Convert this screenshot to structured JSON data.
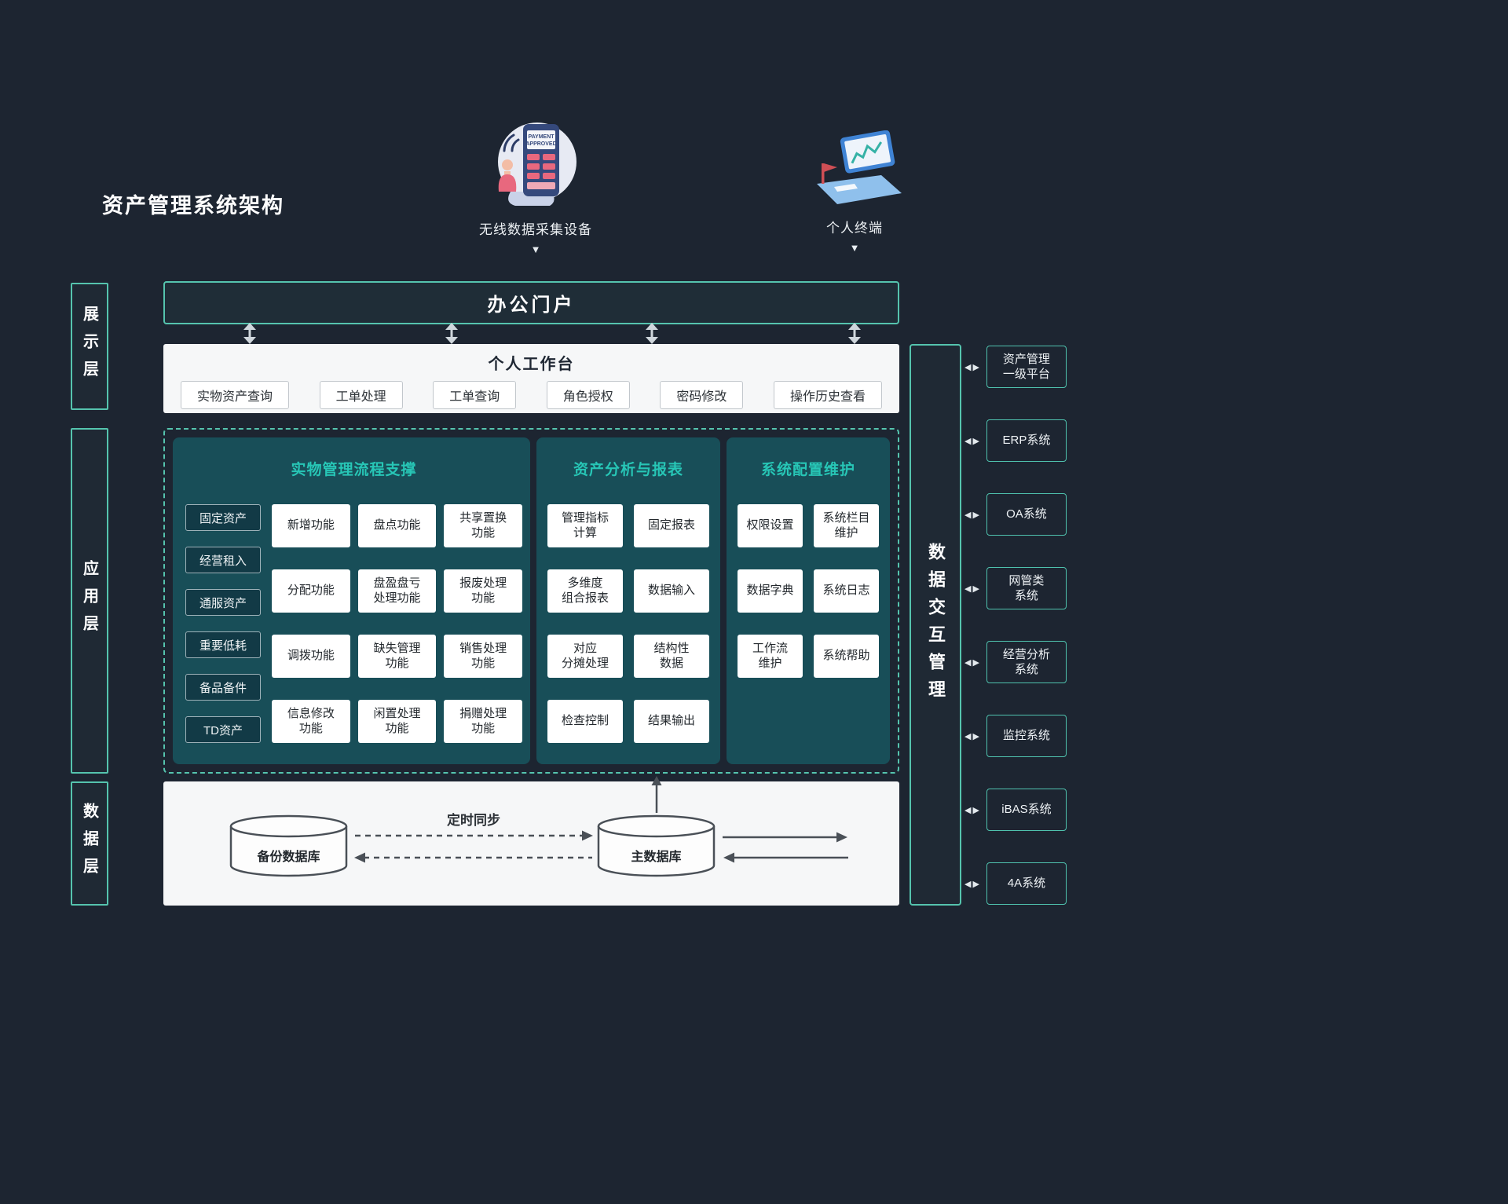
{
  "page": {
    "title": "资产管理系统架构"
  },
  "devices": {
    "terminal_label": "无线数据采集设备",
    "personal_label": "个人终端",
    "terminal_screen_line1": "PAYMENT",
    "terminal_screen_line2": "APPROVED"
  },
  "layers": {
    "display": "展示层",
    "application": "应用层",
    "data": "数据层"
  },
  "portal": {
    "title": "办公门户"
  },
  "workbench": {
    "title": "个人工作台",
    "buttons": [
      "实物资产查询",
      "工单处理",
      "工单查询",
      "角色授权",
      "密码修改",
      "操作历史查看"
    ]
  },
  "panel_process": {
    "title": "实物管理流程支撑",
    "categories": [
      "固定资产",
      "经营租入",
      "通服资产",
      "重要低耗",
      "备品备件",
      "TD资产"
    ],
    "functions": [
      "新增功能",
      "盘点功能",
      "共享置换\n功能",
      "分配功能",
      "盘盈盘亏\n处理功能",
      "报废处理\n功能",
      "调拨功能",
      "缺失管理\n功能",
      "销售处理\n功能",
      "信息修改\n功能",
      "闲置处理\n功能",
      "捐赠处理\n功能"
    ]
  },
  "panel_report": {
    "title": "资产分析与报表",
    "functions": [
      "管理指标\n计算",
      "固定报表",
      "多维度\n组合报表",
      "数据输入",
      "对应\n分摊处理",
      "结构性\n数据",
      "检查控制",
      "结果输出"
    ]
  },
  "panel_config": {
    "title": "系统配置维护",
    "functions": [
      "权限设置",
      "系统栏目\n维护",
      "数据字典",
      "系统日志",
      "工作流\n维护",
      "系统帮助"
    ]
  },
  "datalayer": {
    "backup_db": "备份数据库",
    "main_db": "主数据库",
    "sync_label": "定时同步"
  },
  "exchange": {
    "title": "数据交互管理"
  },
  "systems": [
    "资产管理\n一级平台",
    "ERP系统",
    "OA系统",
    "网管类\n系统",
    "经营分析\n系统",
    "监控系统",
    "iBAS系统",
    "4A系统"
  ],
  "icons": {
    "down_triangle": "▼",
    "left_triangle": "◀",
    "right_triangle": "▶"
  },
  "colors": {
    "background": "#1d2531",
    "accent_teal": "#55c4ae",
    "panel_teal": "#184e58",
    "header_cyan": "#27c6b6"
  }
}
